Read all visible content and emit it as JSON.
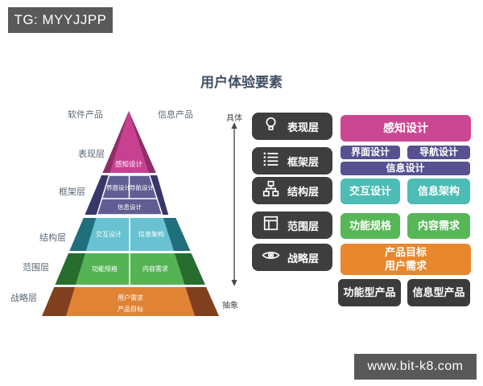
{
  "badge": {
    "text": "TG: MYYJJPP"
  },
  "watermark": {
    "text": "www.bit-k8.com"
  },
  "title": "用户体验要素",
  "pyramid": {
    "top_left_label": "软件产品",
    "top_right_label": "信息产品",
    "layers": [
      {
        "side_label": "表现层",
        "cells": [
          "感知设计"
        ],
        "color": "#c84191",
        "side_color": "#8e2f68"
      },
      {
        "side_label": "框架层",
        "cells": [
          "界面设计",
          "导航设计",
          "信息设计"
        ],
        "color": "#605d92",
        "side_color": "#39366a"
      },
      {
        "side_label": "结构层",
        "cells": [
          "交互设计",
          "信息架构"
        ],
        "color": "#68c2d2",
        "side_color": "#1f6f7d"
      },
      {
        "side_label": "范围层",
        "cells": [
          "功能规格",
          "内容需求"
        ],
        "color": "#55b355",
        "side_color": "#266d2e"
      },
      {
        "side_label": "战略层",
        "cells": [
          "用户需求",
          "产品目标"
        ],
        "color": "#e08334",
        "side_color": "#80401f"
      }
    ]
  },
  "axis": {
    "top_label": "具体",
    "bottom_label": "抽象"
  },
  "legend": {
    "rows": [
      {
        "icon": "lightbulb-icon",
        "label": "表现层"
      },
      {
        "icon": "list-icon",
        "label": "框架层"
      },
      {
        "icon": "sitemap-icon",
        "label": "结构层"
      },
      {
        "icon": "layout-icon",
        "label": "范围层"
      },
      {
        "icon": "eye-icon",
        "label": "战略层"
      }
    ]
  },
  "boxes": {
    "perception": "感知设计",
    "interface": "界面设计",
    "navigation": "导航设计",
    "information_design": "信息设计",
    "interaction": "交互设计",
    "info_architecture": "信息架构",
    "functional_spec": "功能规格",
    "content_requirement": "内容需求",
    "strategy_line1": "产品目标",
    "strategy_line2": "用户需求",
    "product_functional": "功能型产品",
    "product_informational": "信息型产品"
  },
  "colors": {
    "badge_bg": "#595959",
    "surface_pink": "#cb4792",
    "skeleton_purple": "#57518f",
    "structure_teal": "#4cbcb4",
    "scope_green": "#57b757",
    "strategy_orange": "#e8872e",
    "dark_box": "#3b3b3b"
  }
}
